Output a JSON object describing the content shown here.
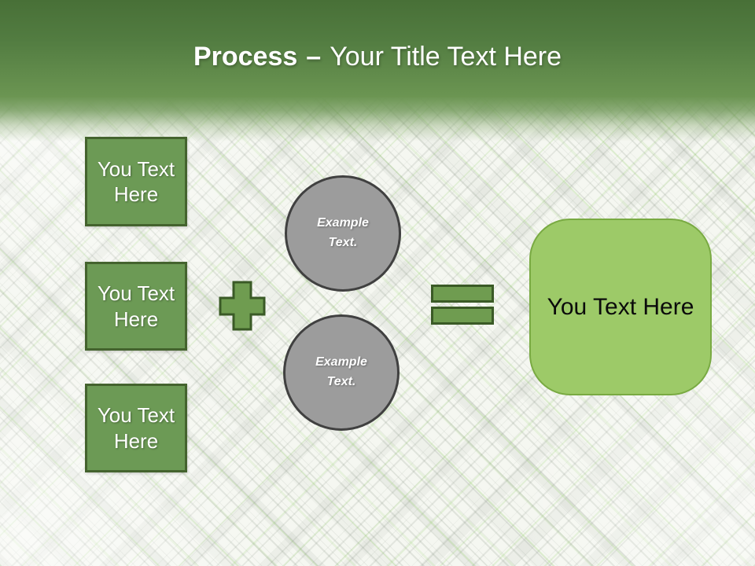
{
  "title": {
    "bold": "Process",
    "dash": "–",
    "rest": "Your Title Text Here"
  },
  "left_boxes": [
    {
      "label": "You Text Here"
    },
    {
      "label": "You Text Here"
    },
    {
      "label": "You Text Here"
    }
  ],
  "circles": [
    {
      "label": "Example Text."
    },
    {
      "label": "Example Text."
    }
  ],
  "operators": [
    {
      "name": "plus-icon",
      "symbol": "+"
    },
    {
      "name": "equals-icon",
      "symbol": "="
    }
  ],
  "result_box": {
    "label": "You Text Here"
  },
  "colors": {
    "header_top": "#487037",
    "header_bottom": "#6b9552",
    "box_fill": "#6c9a55",
    "box_border": "#44632e",
    "circle_fill": "#9c9c9c",
    "circle_border": "#404040",
    "operator_fill": "#6f9c50",
    "operator_border": "#3a5a26",
    "result_fill": "#9dca68",
    "result_border": "#79aa42",
    "title_text": "#ffffff",
    "result_text": "#0b0b0b"
  }
}
